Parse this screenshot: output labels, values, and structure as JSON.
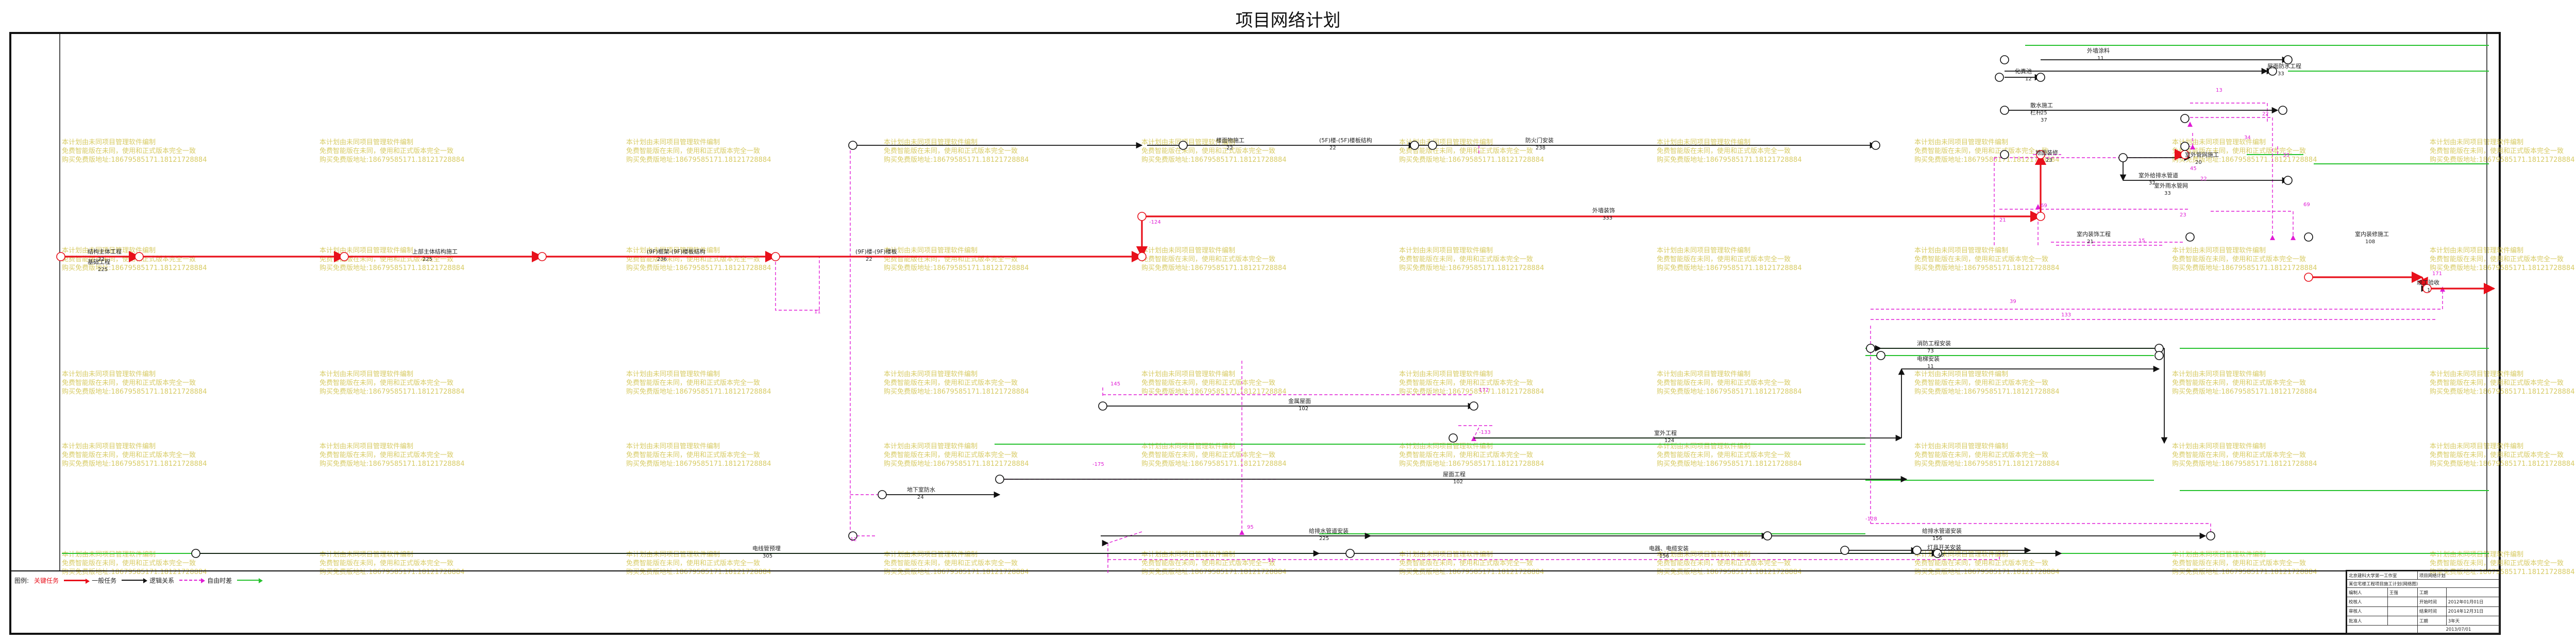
{
  "title": "项目网络计划",
  "watermark": {
    "lines": [
      "本计划由未同项目管理软件编制",
      "免费智能版在未同，使用和正式版本完全一致",
      "购买免费版地址:18679585171.18121728884"
    ],
    "color": "#d1c24a"
  },
  "colors": {
    "critical": "#e8101b",
    "normal": "#111111",
    "logic": "#e01cd5",
    "free_float": "#26c22e"
  },
  "tasks": [
    {
      "name": "结构主体工程",
      "duration": "22"
    },
    {
      "name": "基础工程",
      "duration": "225"
    },
    {
      "name": "外墙装饰",
      "duration": "333"
    },
    {
      "name": "上部主体结构施工",
      "duration": "225"
    },
    {
      "name": "(9F)框架-(9F)楼板结构",
      "duration": "236"
    },
    {
      "name": "(9F)楼-(9F)楼板",
      "duration": "22"
    },
    {
      "name": "楼面物施工",
      "duration": "22"
    },
    {
      "name": "(5F)楼-(5F)楼板结构",
      "duration": "22"
    },
    {
      "name": "防火门安装",
      "duration": "238"
    },
    {
      "name": "化粪池",
      "duration": "12"
    },
    {
      "name": "屋面防水工程",
      "duration": "33"
    },
    {
      "name": "散水施工",
      "duration": "25"
    },
    {
      "name": "外墙涂料",
      "duration": "11"
    },
    {
      "name": "栏杆",
      "duration": "37"
    },
    {
      "name": "室外管网施工",
      "duration": "20"
    },
    {
      "name": "室外给排水管道",
      "duration": "32"
    },
    {
      "name": "室外雨水管网",
      "duration": "33"
    },
    {
      "name": "地面装修",
      "duration": "23"
    },
    {
      "name": "室内装饰工程",
      "duration": "21"
    },
    {
      "name": "竣工验收",
      "duration": "1"
    },
    {
      "name": "室内装修施工",
      "duration": "108"
    },
    {
      "name": "消防工程安装",
      "duration": "73"
    },
    {
      "name": "电梯安装",
      "duration": "11"
    },
    {
      "name": "金属屋面",
      "duration": "102"
    },
    {
      "name": "室外工程",
      "duration": "124"
    },
    {
      "name": "屋面工程",
      "duration": "102"
    },
    {
      "name": "地下室防水",
      "duration": "24"
    },
    {
      "name": "电线管预埋",
      "duration": "305"
    },
    {
      "name": "给排水管道安装",
      "duration": "225"
    },
    {
      "name": "电器、电缆安装",
      "duration": "156"
    },
    {
      "name": "给排水管道安装",
      "duration": "156"
    },
    {
      "name": "灯具开关安装",
      "duration": "43"
    }
  ],
  "lags": [
    "11",
    "-124",
    "-133",
    "-175",
    "-128",
    "13",
    "22",
    "34",
    "23",
    "69",
    "21",
    "11",
    "15",
    "39",
    "133",
    "172",
    "95",
    "145",
    "12",
    "33",
    "22",
    "45",
    "69",
    "171"
  ],
  "legend": {
    "label": "图例:",
    "items": [
      "关键任务",
      "一般任务",
      "逻辑关系",
      "自由时差"
    ]
  },
  "title_block": {
    "rows": [
      [
        "北京建科大学第一工作室",
        "项目网络计划"
      ],
      [
        "某住宅楼工程项目施工计划(网络图)",
        ""
      ],
      [
        "编制人",
        "王强",
        "工期",
        ""
      ],
      [
        "校核人",
        "",
        "开始时间",
        "2012年01月01日"
      ],
      [
        "审核人",
        "",
        "结束时间",
        "2014年12月31日"
      ],
      [
        "批准人",
        "",
        "工期",
        "3年天"
      ],
      [
        "",
        "",
        "2013/07/01",
        ""
      ]
    ]
  }
}
